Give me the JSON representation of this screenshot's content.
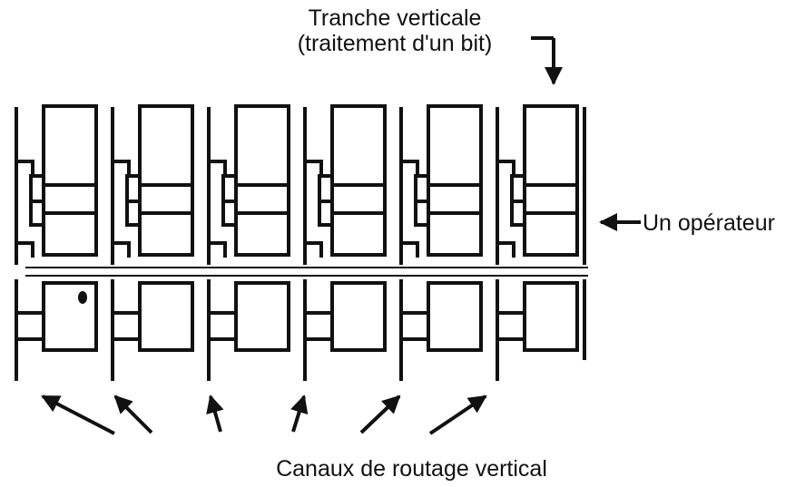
{
  "labels": {
    "slice_line1": "Tranche verticale",
    "slice_line2": "(traitement d'un bit)",
    "operator": "Un opérateur",
    "channels": "Canaux de routage vertical"
  },
  "structure": {
    "slices": 6,
    "routing_channels": 6
  },
  "colors": {
    "ink": "#111111",
    "background": "#ffffff"
  }
}
